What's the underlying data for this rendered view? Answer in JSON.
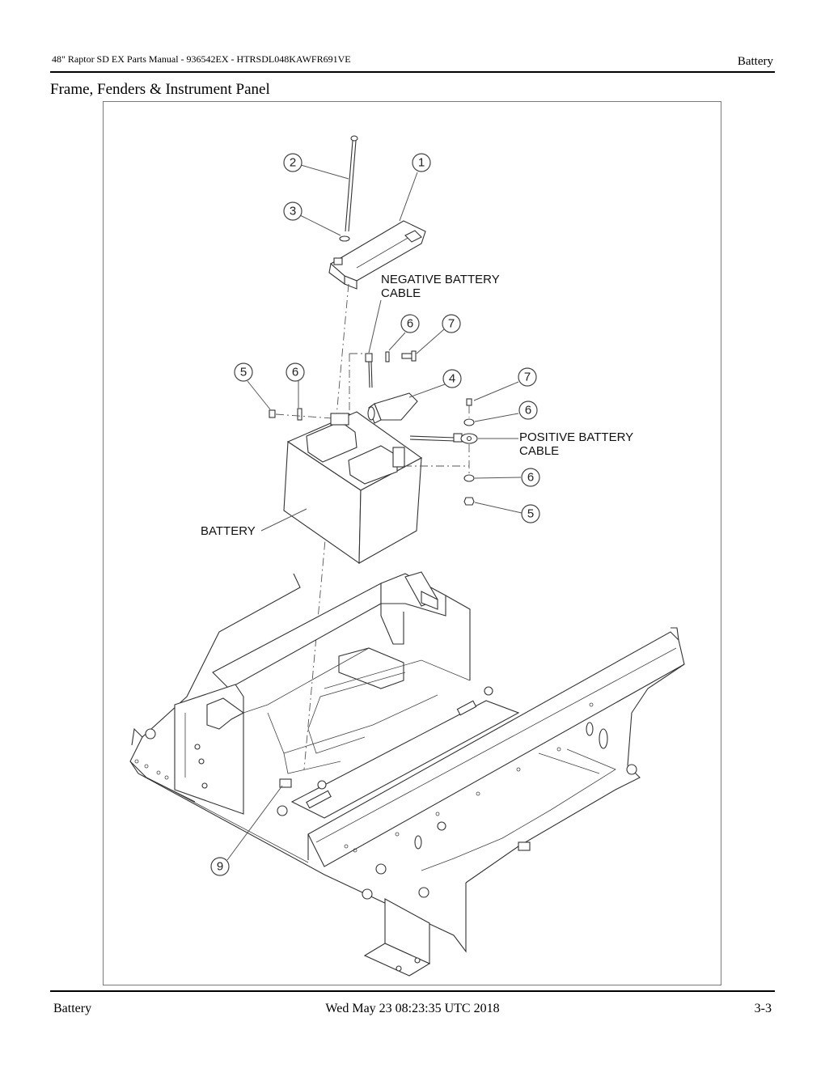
{
  "header": {
    "manual": "48\" Raptor SD EX Parts Manual - 936542EX - HTRSDL048KAWFR691VE",
    "section": "Battery"
  },
  "page_title": "Frame, Fenders & Instrument Panel",
  "diagram": {
    "labels": {
      "negative_line1": "NEGATIVE BATTERY",
      "negative_line2": "CABLE",
      "positive_line1": "POSITIVE BATTERY",
      "positive_line2": "CABLE",
      "battery": "BATTERY"
    },
    "callouts": [
      "1",
      "2",
      "3",
      "4",
      "5",
      "6",
      "6",
      "7",
      "7",
      "6",
      "6",
      "5",
      "9"
    ]
  },
  "footer": {
    "left": "Battery",
    "center": "Wed May 23 08:23:35 UTC 2018",
    "right": "3-3"
  }
}
